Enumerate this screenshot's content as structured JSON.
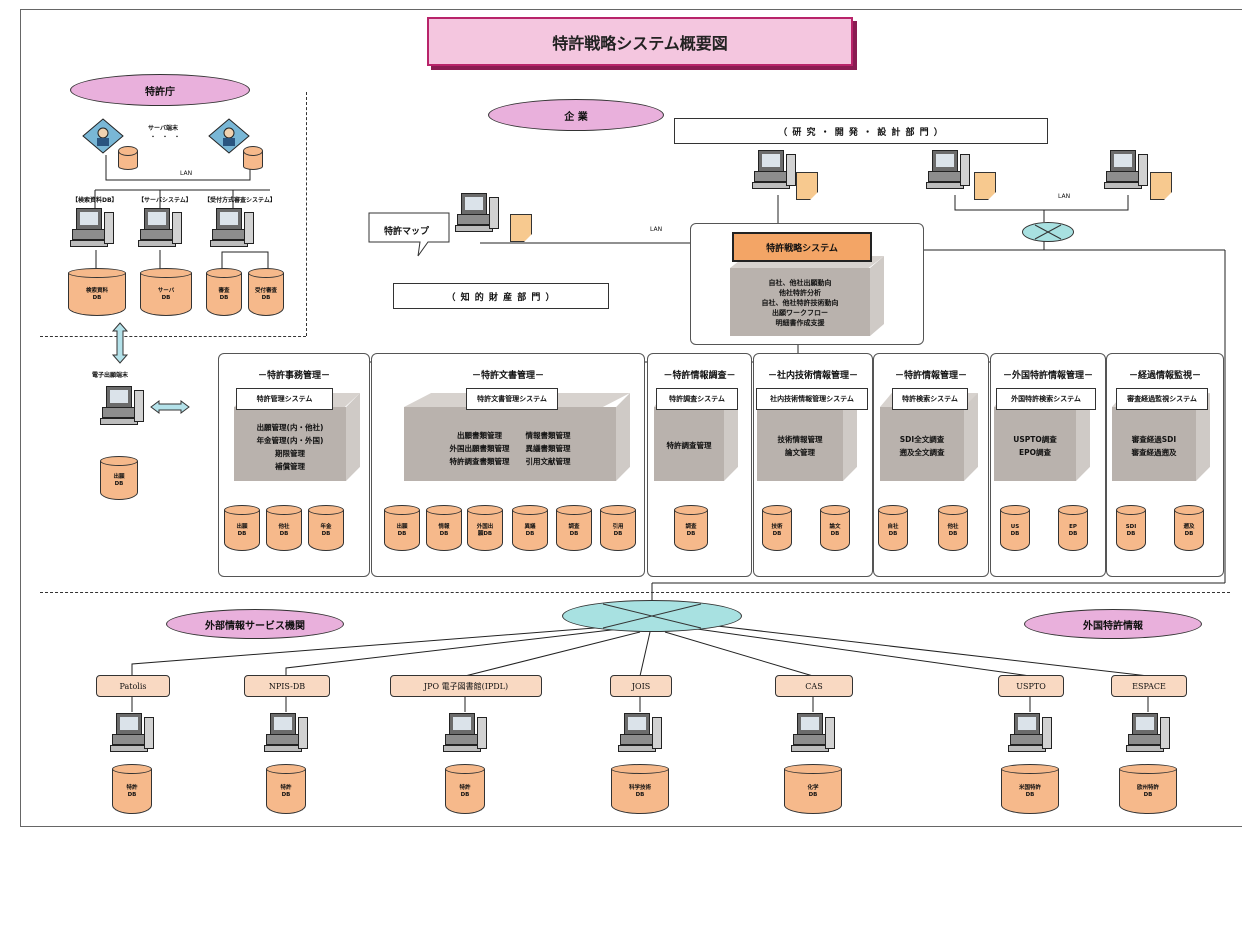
{
  "title": "特許戦略システム概要図",
  "jpo": {
    "oval": "特許庁",
    "server_group": "サーバ端末",
    "dots": "・・・",
    "lan": "LAN",
    "terminals": [
      "【検索資料DB】",
      "【サーバシステム】",
      "【受付方式審査システム】"
    ],
    "dbs": [
      {
        "line1": "検索資料",
        "line2": "DB"
      },
      {
        "line1": "サーバ",
        "line2": "DB"
      },
      {
        "line1": "審査",
        "line2": "DB"
      },
      {
        "line1": "受付審査",
        "line2": "DB"
      }
    ]
  },
  "epo_terminal": {
    "label": "電子出願端末",
    "db": {
      "line1": "出願",
      "line2": "DB"
    }
  },
  "company": {
    "oval": "企 業",
    "rnd_dept": "（ 研 究 ・ 開 発 ・ 設 計 部 門 ）",
    "ip_dept": "（ 知 的 財 産 部 門 ）",
    "patent_map": "特許マップ",
    "lan_left": "LAN",
    "lan_right": "LAN",
    "core_system": "特許戦略システム",
    "core_functions": [
      "自社、他社出願動向",
      "他社特許分析",
      "自社、他社特許技術動向",
      "出願ワークフロー",
      "明細書作成支援"
    ]
  },
  "departments": [
    {
      "title": "－特許事務管理－",
      "system": "特許管理システム",
      "functions": [
        "出願管理(内・他社)",
        "年金管理(内・外国)",
        "期限管理",
        "補償管理"
      ],
      "dbs": [
        {
          "l1": "出願",
          "l2": "DB"
        },
        {
          "l1": "他社",
          "l2": "DB"
        },
        {
          "l1": "年金",
          "l2": "DB"
        }
      ]
    },
    {
      "title": "－特許文書管理－",
      "system": "特許文書管理システム",
      "functions_left": [
        "出願書類管理",
        "外国出願書類管理",
        "特許調査書類管理"
      ],
      "functions_right": [
        "情報書類管理",
        "異議書類管理",
        "引用文献管理"
      ],
      "dbs": [
        {
          "l1": "出願",
          "l2": "DB"
        },
        {
          "l1": "情報",
          "l2": "DB"
        },
        {
          "l1": "外国出",
          "l2": "願DB"
        },
        {
          "l1": "異議",
          "l2": "DB"
        },
        {
          "l1": "調査",
          "l2": "DB"
        },
        {
          "l1": "引用",
          "l2": "DB"
        }
      ]
    },
    {
      "title": "－特許情報調査－",
      "system": "特許調査システム",
      "functions": [
        "特許調査管理"
      ],
      "dbs": [
        {
          "l1": "調査",
          "l2": "DB"
        }
      ]
    },
    {
      "title": "－社内技術情報管理－",
      "system": "社内技術情報管理システム",
      "functions": [
        "技術情報管理",
        "論文管理"
      ],
      "dbs": [
        {
          "l1": "技術",
          "l2": "DB"
        },
        {
          "l1": "論文",
          "l2": "DB"
        }
      ]
    },
    {
      "title": "－特許情報管理－",
      "system": "特許検索システム",
      "functions": [
        "SDI全文調査",
        "遡及全文調査"
      ],
      "dbs": [
        {
          "l1": "自社",
          "l2": "DB"
        },
        {
          "l1": "他社",
          "l2": "DB"
        }
      ]
    },
    {
      "title": "－外国特許情報管理－",
      "system": "外国特許検索システム",
      "functions": [
        "USPTO調査",
        "EPO調査"
      ],
      "dbs": [
        {
          "l1": "US",
          "l2": "DB"
        },
        {
          "l1": "EP",
          "l2": "DB"
        }
      ]
    },
    {
      "title": "－経過情報監視－",
      "system": "審査経過監視システム",
      "functions": [
        "審査経過SDI",
        "審査経過遡及"
      ],
      "dbs": [
        {
          "l1": "SDI",
          "l2": "DB"
        },
        {
          "l1": "遡及",
          "l2": "DB"
        }
      ]
    }
  ],
  "external": {
    "oval_left": "外部情報サービス機関",
    "oval_right": "外国特許情報",
    "services": [
      {
        "name": "Patolis",
        "db": {
          "l1": "特許",
          "l2": "DB"
        }
      },
      {
        "name": "NPIS-DB",
        "db": {
          "l1": "特許",
          "l2": "DB"
        }
      },
      {
        "name": "JPO 電子図書館(IPDL)",
        "db": {
          "l1": "特許",
          "l2": "DB"
        }
      },
      {
        "name": "JOIS",
        "db": {
          "l1": "科学技術",
          "l2": "DB"
        }
      },
      {
        "name": "CAS",
        "db": {
          "l1": "化学",
          "l2": "DB"
        }
      },
      {
        "name": "USPTO",
        "db": {
          "l1": "米国特許",
          "l2": "DB"
        }
      },
      {
        "name": "ESPACE",
        "db": {
          "l1": "欧州特許",
          "l2": "DB"
        }
      }
    ]
  },
  "colors": {
    "oval": "#e9b0dc",
    "db": "#f6b98b",
    "title_bg": "#f4c6df",
    "title_border": "#b8246a",
    "cloud": "#a8e1e1",
    "core_bg": "#f3a566"
  }
}
